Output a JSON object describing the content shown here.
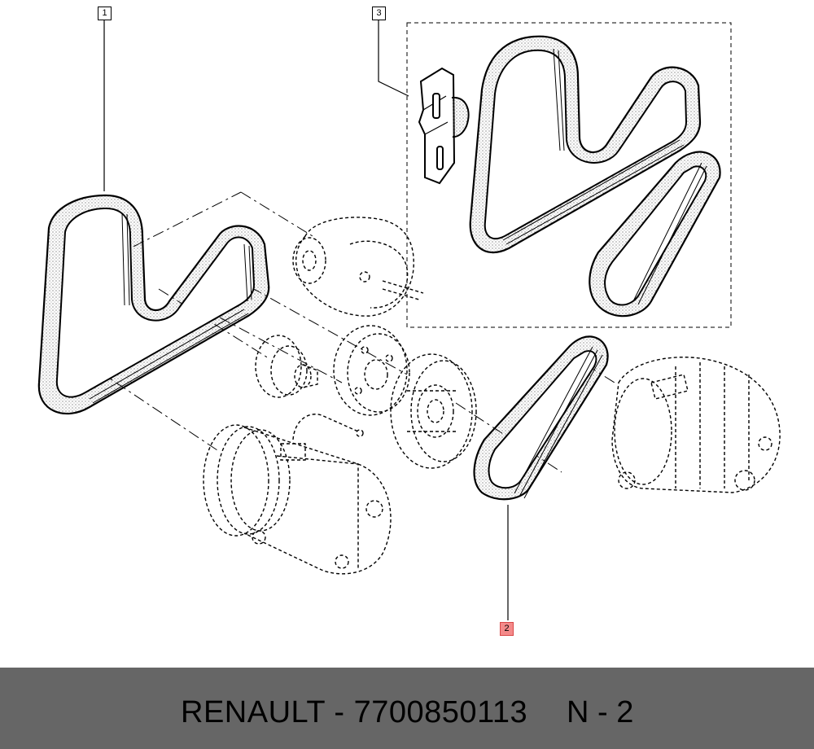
{
  "callouts": [
    {
      "id": "1",
      "label": "1",
      "highlighted": false
    },
    {
      "id": "2",
      "label": "2",
      "highlighted": true
    },
    {
      "id": "3",
      "label": "3",
      "highlighted": false
    }
  ],
  "footer": {
    "text": "RENAULT - 7700850113",
    "code": "N - 2"
  },
  "colors": {
    "footer_bg": "#666666",
    "footer_text": "#ffffff",
    "highlight": "#f48a8a"
  },
  "parts": [
    {
      "name": "belt-long-serpentine",
      "callout": "1"
    },
    {
      "name": "belt-short-loop",
      "callout": "2"
    },
    {
      "name": "belt-kit-with-tensioner",
      "callout": "3"
    }
  ]
}
